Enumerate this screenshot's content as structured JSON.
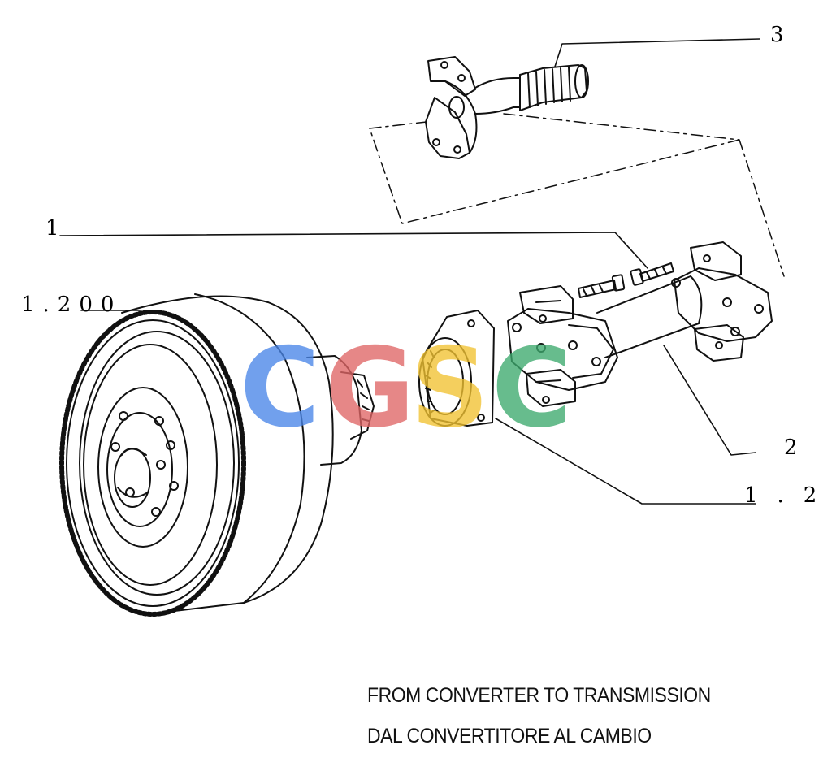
{
  "callouts": {
    "part_3": "3",
    "part_1": "1",
    "part_1_200": "1.200",
    "part_2": "2",
    "part_1_2": "1.2"
  },
  "caption": {
    "line_en": "FROM CONVERTER TO TRANSMISSION",
    "line_it": "DAL CONVERTITORE AL CAMBIO"
  },
  "watermark": {
    "letters": [
      "C",
      "G",
      "S",
      "C"
    ],
    "colors": [
      "#4a86e8",
      "#e06666",
      "#f1c232",
      "#3daa6e"
    ]
  },
  "colors": {
    "line": "#111111",
    "background": "#ffffff"
  }
}
